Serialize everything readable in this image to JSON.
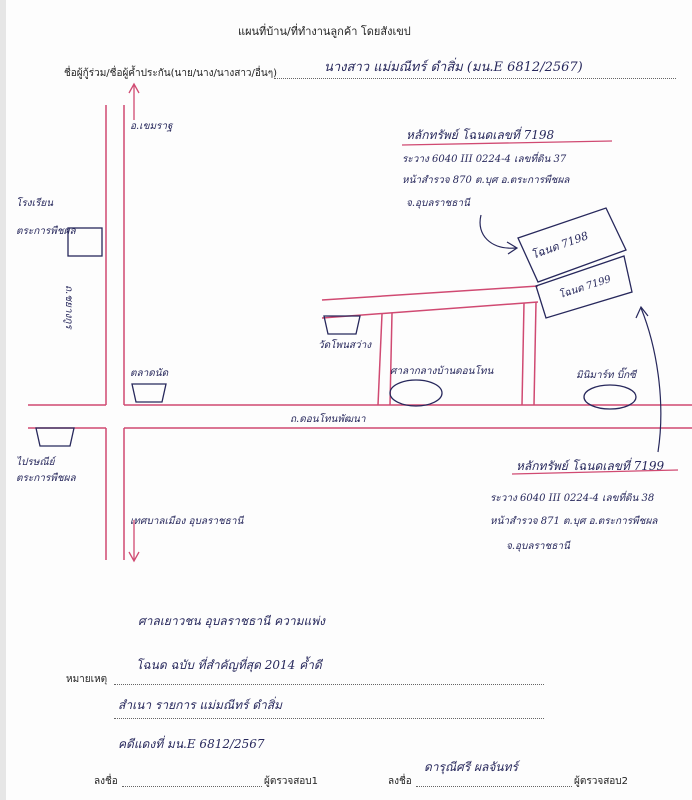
{
  "header": {
    "title": "แผนที่บ้าน/ที่ทำงานลูกค้า โดยสังเขป",
    "co_borrower_label": "ชื่อผู้กู้ร่วม/ชื่อผู้ค้ำประกัน(นาย/นาง/นางสาว/อื่นๆ)",
    "co_borrower_value": "นางสาว แม่มณีทร์ ดำสิ่ม (มน.E 6812/2567)"
  },
  "map": {
    "north_label": "อ.เขมราฐ",
    "south_label": "เทศบาลเมือง อุบลราชธานี",
    "main_road_vertical": "ถ.ชยางกูร",
    "road_horizontal": "ถ.ดอนโทนพัฒนา",
    "lot1": {
      "title": "หลักทรัพย์ โฉนดเลขที่ 7198",
      "line1": "ระวาง 6040 III 0224-4 เลขที่ดิน 37",
      "line2": "หน้าสำรวจ 870 ต.บุศ อ.ตระการพืชผล",
      "line3": "จ.อุบลราชธานี",
      "plot_label": "โฉนด 7198"
    },
    "lot2": {
      "title": "หลักทรัพย์ โฉนดเลขที่ 7199",
      "line1": "ระวาง 6040 III 0224-4 เลขที่ดิน 38",
      "line2": "หน้าสำรวจ 871 ต.บุศ อ.ตระการพืชผล",
      "line3": "จ.อุบลราชธานี",
      "plot_label": "โฉนด 7199"
    },
    "landmarks": {
      "school": "โรงเรียน ตระการพืชผล",
      "temple": "วัดโพนสว่าง",
      "market": "ตลาดนัด",
      "hospital": "ไปรษณีย์ ตระการพืชผล",
      "building_center": "ศาลากลางบ้านดอนโทน",
      "building_right": "มินิมาร์ท บิ๊กซี"
    }
  },
  "remarks": {
    "line0": "ศาลเยาวชน อุบลราชธานี  ความแพ่ง",
    "label": "หมายเหตุ",
    "line1": "โฉนด ฉบับ ที่สำคัญที่สุด 2014 ค้ำดี",
    "line2": "สำเนา รายการ แม่มณีทร์ ดำสิ่ม",
    "line3": "คดีแดงที่ มน.E 6812/2567"
  },
  "signatures": {
    "sign_label_1": "ลงชื่อ",
    "checker_1": "ผู้ตรวจสอบ1",
    "sign_label_2": "ลงชื่อ",
    "signature_2": "ดารุณีศรี ผลจันทร์",
    "checker_2": "ผู้ตรวจสอบ2"
  }
}
